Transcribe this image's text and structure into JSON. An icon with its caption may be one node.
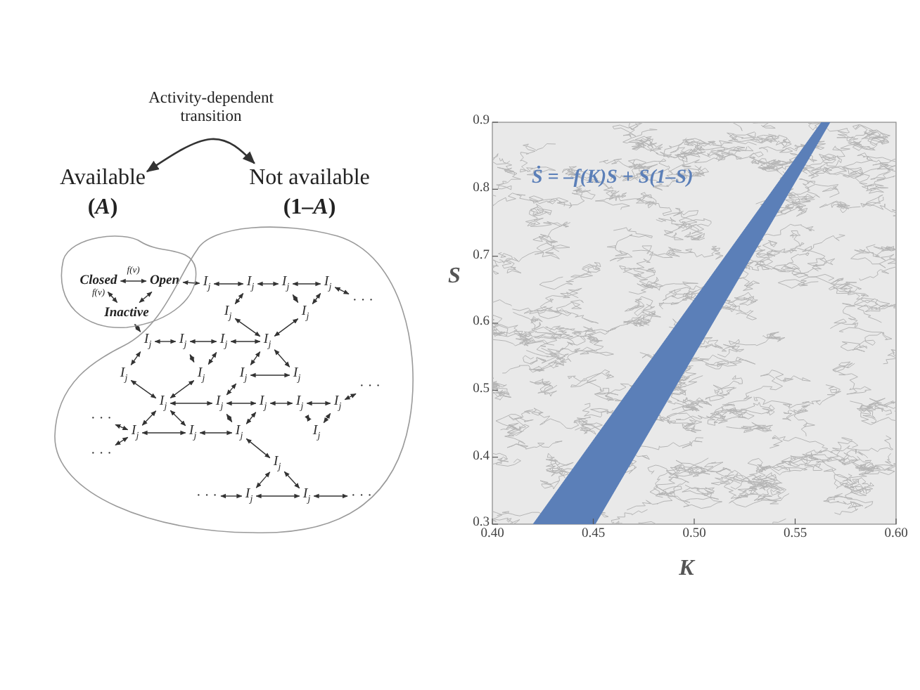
{
  "diagram": {
    "nodes": [
      {
        "text": [
          "Available",
          "(*A*)"
        ]
      },
      {
        "text": [
          "Not available",
          "(1–*A*)"
        ]
      },
      {
        "text": [],
        "shape": "cloud"
      },
      {
        "text": [],
        "shape": "cloud"
      },
      {
        "text": [
          "Closed"
        ],
        "in": 2
      },
      {
        "text": [
          "Open"
        ],
        "in": 2
      },
      {
        "text": [
          "Inactive"
        ],
        "in": 2
      },
      {
        "text": [
          "I$_{j}$"
        ],
        "in": 3
      },
      {
        "text": [
          "I$_{j}$"
        ],
        "in": 3
      },
      {
        "text": [
          "I$_{j}$"
        ],
        "in": 3
      },
      {
        "text": [
          "I$_{j}$"
        ],
        "in": 3
      },
      {
        "text": [
          "· · ·"
        ],
        "in": 3
      },
      {
        "text": [
          "I$_{j}$"
        ],
        "in": 3
      },
      {
        "text": [
          "I$_{j}$"
        ],
        "in": 3
      },
      {
        "text": [
          "I$_{j}$"
        ],
        "in": 3
      },
      {
        "text": [
          "I$_{j}$"
        ],
        "in": 3
      },
      {
        "text": [
          "I$_{j}$"
        ],
        "in": 3
      },
      {
        "text": [
          "I$_{j}$"
        ],
        "in": 3
      },
      {
        "text": [
          "I$_{j}$"
        ],
        "in": 3
      },
      {
        "text": [
          "I$_{j}$"
        ],
        "in": 3
      },
      {
        "text": [
          "I$_{j}$"
        ],
        "in": 3
      },
      {
        "text": [
          "I$_{j}$"
        ],
        "in": 3
      },
      {
        "text": [
          "· · ·"
        ],
        "in": 3
      },
      {
        "text": [
          "I$_{j}$"
        ],
        "in": 3
      },
      {
        "text": [
          "I$_{j}$"
        ],
        "in": 3
      },
      {
        "text": [
          "I$_{j}$"
        ],
        "in": 3
      },
      {
        "text": [
          "I$_{j}$"
        ],
        "in": 3
      },
      {
        "text": [
          "I$_{j}$"
        ],
        "in": 3
      },
      {
        "text": [
          "· · ·"
        ],
        "in": 3
      },
      {
        "text": [
          "I$_{j}$"
        ],
        "in": 3
      },
      {
        "text": [
          "I$_{j}$"
        ],
        "in": 3
      },
      {
        "text": [
          "I$_{j}$"
        ],
        "in": 3
      },
      {
        "text": [
          "I$_{j}$"
        ],
        "in": 3
      },
      {
        "text": [
          "· · ·"
        ],
        "in": 3
      },
      {
        "text": [
          "I$_{j}$"
        ],
        "in": 3
      },
      {
        "text": [
          "· · ·"
        ],
        "in": 3
      },
      {
        "text": [
          "I$_{j}$"
        ],
        "in": 3
      },
      {
        "text": [
          "I$_{j}$"
        ],
        "in": 3
      },
      {
        "text": [
          "· · ·"
        ],
        "in": 3
      }
    ],
    "edges": [
      {
        "from": 0,
        "to": 1,
        "arrow": "both",
        "label": "Activity-dependent transition"
      },
      {
        "from": 4,
        "to": 5,
        "arrow": "both",
        "label": "f(v)"
      },
      {
        "from": 4,
        "to": 6,
        "arrow": "both",
        "label": "f(v)"
      },
      {
        "from": 5,
        "to": 6,
        "arrow": "both"
      },
      {
        "from": 6,
        "to": 14,
        "arrow": "both"
      },
      {
        "from": 5,
        "to": 7,
        "arrow": "both"
      },
      {
        "from": 7,
        "to": 8,
        "arrow": "both"
      },
      {
        "from": 8,
        "to": 9,
        "arrow": "both"
      },
      {
        "from": 9,
        "to": 10,
        "arrow": "both"
      },
      {
        "from": 10,
        "to": 11,
        "arrow": "both"
      },
      {
        "from": 8,
        "to": 12,
        "arrow": "both"
      },
      {
        "from": 9,
        "to": 13,
        "arrow": "both"
      },
      {
        "from": 10,
        "to": 13,
        "arrow": "both"
      },
      {
        "from": 14,
        "to": 15,
        "arrow": "both"
      },
      {
        "from": 15,
        "to": 16,
        "arrow": "both"
      },
      {
        "from": 16,
        "to": 17,
        "arrow": "both"
      },
      {
        "from": 12,
        "to": 17,
        "arrow": "both"
      },
      {
        "from": 13,
        "to": 17,
        "arrow": "both"
      },
      {
        "from": 14,
        "to": 18,
        "arrow": "both"
      },
      {
        "from": 15,
        "to": 19,
        "arrow": "both"
      },
      {
        "from": 16,
        "to": 19,
        "arrow": "both"
      },
      {
        "from": 17,
        "to": 20,
        "arrow": "both"
      },
      {
        "from": 17,
        "to": 21,
        "arrow": "both"
      },
      {
        "from": 20,
        "to": 21,
        "arrow": "both"
      },
      {
        "from": 18,
        "to": 23,
        "arrow": "both"
      },
      {
        "from": 19,
        "to": 23,
        "arrow": "both"
      },
      {
        "from": 20,
        "to": 24,
        "arrow": "both"
      },
      {
        "from": 23,
        "to": 24,
        "arrow": "both"
      },
      {
        "from": 24,
        "to": 25,
        "arrow": "both"
      },
      {
        "from": 25,
        "to": 26,
        "arrow": "both"
      },
      {
        "from": 26,
        "to": 27,
        "arrow": "both"
      },
      {
        "from": 27,
        "to": 22,
        "arrow": "both"
      },
      {
        "from": 28,
        "to": 29,
        "arrow": "both"
      },
      {
        "from": 23,
        "to": 29,
        "arrow": "both"
      },
      {
        "from": 23,
        "to": 30,
        "arrow": "both"
      },
      {
        "from": 24,
        "to": 31,
        "arrow": "both"
      },
      {
        "from": 25,
        "to": 31,
        "arrow": "both"
      },
      {
        "from": 26,
        "to": 32,
        "arrow": "both"
      },
      {
        "from": 27,
        "to": 32,
        "arrow": "both"
      },
      {
        "from": 29,
        "to": 30,
        "arrow": "both"
      },
      {
        "from": 30,
        "to": 31,
        "arrow": "both"
      },
      {
        "from": 29,
        "to": 33,
        "arrow": "both"
      },
      {
        "from": 31,
        "to": 34,
        "arrow": "both"
      },
      {
        "from": 34,
        "to": 36,
        "arrow": "both"
      },
      {
        "from": 34,
        "to": 37,
        "arrow": "both"
      },
      {
        "from": 35,
        "to": 36,
        "arrow": "both"
      },
      {
        "from": 36,
        "to": 37,
        "arrow": "both"
      },
      {
        "from": 37,
        "to": 38,
        "arrow": "both"
      }
    ],
    "labels": [
      "Ṡ = –f(K)S + S(1–S)",
      "0.9",
      "0.8",
      "0.7",
      "S",
      "0.6",
      "0.5",
      "0.4",
      "0.3",
      "0.40",
      "0.45",
      "0.50",
      "0.55",
      "0.60",
      "K"
    ]
  }
}
